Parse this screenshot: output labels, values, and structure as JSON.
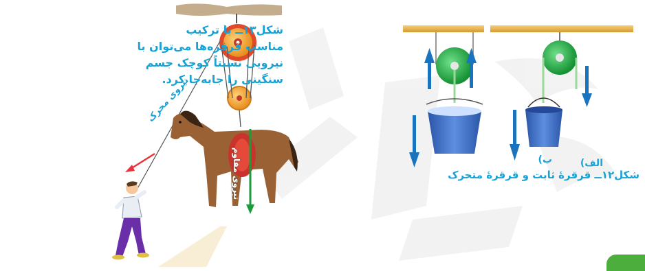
{
  "figure13": {
    "caption_lines": [
      "شکل۱۳ــ با ترکیب",
      "مناسب قرقره‌ها می‌توان با",
      "نیرویی نسبتاً کوچک جسم",
      "سنگینی را جابه‌جا کرد."
    ],
    "moving_force_label": "نیروی محرک",
    "resisting_force_label": "نیروی مقاوم"
  },
  "figure12": {
    "label_alef": "الف)",
    "label_be": "ب)",
    "caption": "شکل۱۲ــ قرقرهٔ ثابت و قرقرهٔ متحرک"
  },
  "colors": {
    "caption_blue": "#17a3d6",
    "arrow_blue": "#1a73bf",
    "pulley_green": "#27a844",
    "pulley_orange": "#f0a431",
    "bucket_blue": "#3c6fc9",
    "horse_brown": "#9a6234",
    "force_green": "#1e9a3c",
    "force_red": "#e8323c",
    "beam_wood": "#e8b04a",
    "tab_green": "#4cae3c"
  }
}
